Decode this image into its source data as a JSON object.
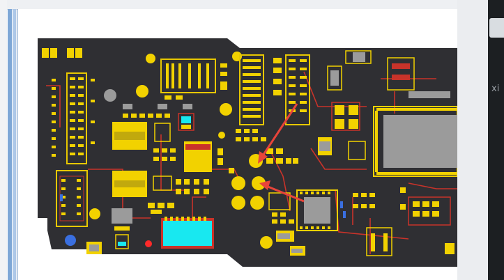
{
  "viewer": {
    "side_panel_text": "xi"
  },
  "board": {
    "colors": {
      "pcb": "#2f2f33",
      "pad": "#f2d200",
      "outline": "#e8c800",
      "trace": "#c9332a",
      "via": "#9b9b9b",
      "arrow": "#e8443a",
      "highlight_cyan": "#18e8f0",
      "highlight_red": "#ff2a2a",
      "blue_dot": "#3a6fe0"
    },
    "annotations": [
      {
        "name": "arrow-pointer-upper",
        "icon": "arrow-icon"
      },
      {
        "name": "arrow-pointer-lower",
        "icon": "arrow-icon"
      }
    ]
  }
}
